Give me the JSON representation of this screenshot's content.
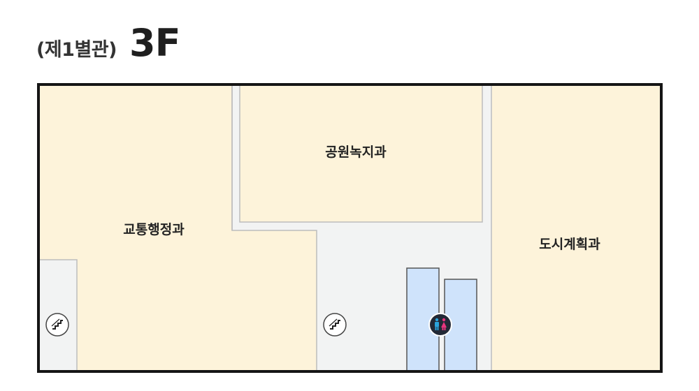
{
  "header": {
    "building": "(제1별관)",
    "floor": "3F"
  },
  "rooms": {
    "traffic": "교통행정과",
    "park": "공원녹지과",
    "urban": "도시계획과"
  },
  "icons": {
    "stairs_left": "stairs-icon",
    "stairs_center": "stairs-icon",
    "restroom": "restroom-icon"
  },
  "colors": {
    "room": "#fdf3da",
    "corridor": "#f2f3f3",
    "restroom": "#cfe3fb",
    "wall": "#151515",
    "man": "#2ba4dc",
    "woman": "#e8357d"
  }
}
